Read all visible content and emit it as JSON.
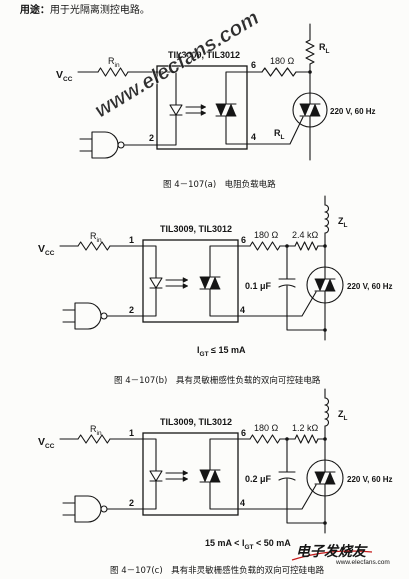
{
  "header": {
    "label": "用途：",
    "text": "用于光隔离测控电路。"
  },
  "watermark": "www.elecfans.com",
  "figures": [
    {
      "device": "TIL3009, TIL3012",
      "supply": {
        "main": "V",
        "sub": "CC"
      },
      "input_resistor": {
        "main": "R",
        "sub": "in"
      },
      "pins": {
        "p2": "2",
        "p4": "4",
        "p6": "6"
      },
      "gate_resistor": "180 Ω",
      "load_resistor_top": {
        "main": "R",
        "sub": "L"
      },
      "load_resistor_bottom": {
        "main": "R",
        "sub": "L"
      },
      "mains": "220 V, 60 Hz",
      "caption": "图 4－107(a)　电阻负载电路"
    },
    {
      "device": "TIL3009, TIL3012",
      "supply": {
        "main": "V",
        "sub": "CC"
      },
      "input_resistor": {
        "main": "R",
        "sub": "in"
      },
      "pins": {
        "p1": "1",
        "p2": "2",
        "p4": "4",
        "p6": "6"
      },
      "gate_resistor": "180 Ω",
      "snubber_resistor": "2.4 kΩ",
      "capacitor": "0.1 μF",
      "load": {
        "main": "Z",
        "sub": "L"
      },
      "mains": "220 V, 60 Hz",
      "gate_current": {
        "main": "I",
        "sub": "GT",
        "post": " ≤ 15 mA"
      },
      "caption": "图 4－107(b)　具有灵敏栅感性负载的双向可控硅电路"
    },
    {
      "device": "TIL3009, TIL3012",
      "supply": {
        "main": "V",
        "sub": "CC"
      },
      "input_resistor": {
        "main": "R",
        "sub": "in"
      },
      "pins": {
        "p1": "1",
        "p2": "2",
        "p4": "4",
        "p6": "6"
      },
      "gate_resistor": "180 Ω",
      "snubber_resistor": "1.2 kΩ",
      "capacitor": "0.2 μF",
      "load": {
        "main": "Z",
        "sub": "L"
      },
      "mains": "220 V, 60 Hz",
      "gate_current": {
        "pre": "15 mA < ",
        "main": "I",
        "sub": "GT",
        "post": " < 50 mA"
      },
      "caption": "图 4－107(c)　具有非灵敏栅感性负载的双向可控硅电路"
    }
  ],
  "logo": {
    "name": "电子发烧友",
    "url": "www.elecfans.com"
  },
  "colors": {
    "ink": "#151515",
    "watermark": "#d8261f",
    "logo": "#c41a1a",
    "paper": "#fcfcfa"
  }
}
